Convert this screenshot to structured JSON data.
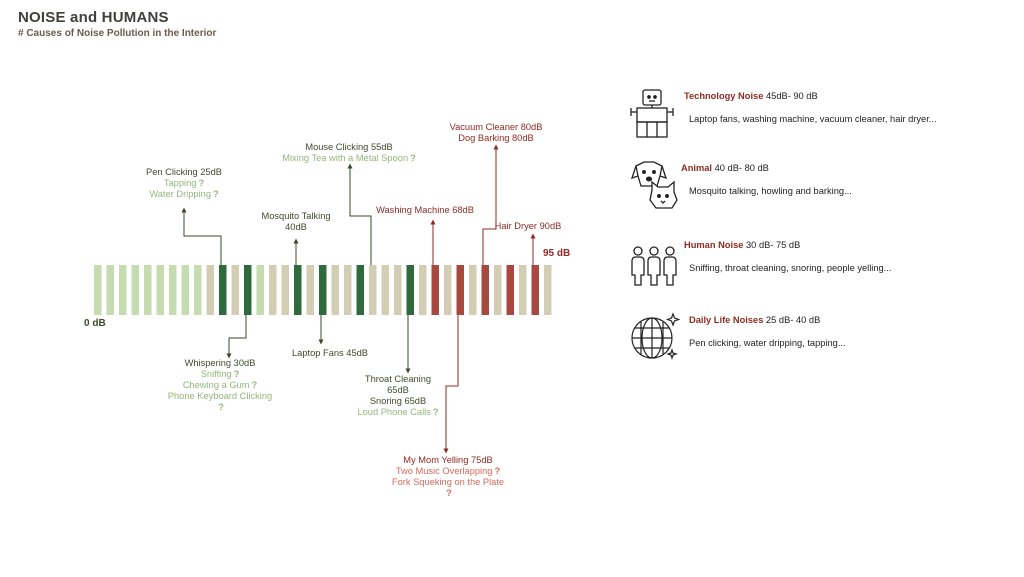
{
  "header": {
    "title": "NOISE and HUMANS",
    "subtitle": "# Causes of Noise Pollution in the Interior"
  },
  "scale": {
    "min_label": "0 dB",
    "max_label": "95 dB"
  },
  "colors": {
    "bar_light_green": "#c5dcb1",
    "bar_beige": "#d3cdb4",
    "bar_dark_green": "#2e6a3c",
    "bar_red": "#a8493f",
    "line_green": "#3a4a2a",
    "line_red": "#8f2b22",
    "text_dark_green": "#3f4b2c",
    "text_light_green": "#93b77a",
    "text_dark_red": "#8f2b22",
    "text_light_red": "#d76a5b"
  },
  "annotations": [
    {
      "name": "pen-clicking",
      "lines": [
        {
          "text": "Pen Clicking 25dB",
          "style": "dark-g"
        },
        {
          "text": "Tapping",
          "style": "light-g",
          "q": "?"
        },
        {
          "text": "Water Dripping",
          "style": "light-g",
          "q": "?"
        }
      ]
    },
    {
      "name": "whispering",
      "lines": [
        {
          "text": "Whispering 30dB",
          "style": "dark-g"
        },
        {
          "text": "Sniffing",
          "style": "light-g",
          "q": "?"
        },
        {
          "text": "Chewing a Gum",
          "style": "light-g",
          "q": "?"
        },
        {
          "text": "Phone Keyboard Clicking",
          "style": "light-g"
        },
        {
          "text": "",
          "style": "light-g",
          "q": "?"
        }
      ]
    },
    {
      "name": "mosquito-talking",
      "lines": [
        {
          "text": "Mosquito Talking",
          "style": "dark-g"
        },
        {
          "text": "40dB",
          "style": "dark-g"
        }
      ]
    },
    {
      "name": "laptop-fans",
      "lines": [
        {
          "text": "Laptop Fans 45dB",
          "style": "dark-g"
        }
      ]
    },
    {
      "name": "mouse-clicking",
      "lines": [
        {
          "text": "Mouse Clicking 55dB",
          "style": "dark-g"
        },
        {
          "text": "Mixing Tea with a Metal Spoon",
          "style": "light-g",
          "q": "?"
        }
      ]
    },
    {
      "name": "throat-cleaning",
      "lines": [
        {
          "text": "Throat Cleaning",
          "style": "dark-g"
        },
        {
          "text": "65dB",
          "style": "dark-g"
        },
        {
          "text": "Snoring 65dB",
          "style": "dark-g"
        },
        {
          "text": "Loud Phone Calls",
          "style": "light-g",
          "q": "?"
        }
      ]
    },
    {
      "name": "washing-machine",
      "lines": [
        {
          "text": "Washing Machine 68dB",
          "style": "dark-r"
        }
      ]
    },
    {
      "name": "my-mom-yelling",
      "lines": [
        {
          "text": "My Mom Yelling 75dB",
          "style": "dark-r"
        },
        {
          "text": "Two Music Overlapping",
          "style": "light-r",
          "q": "?"
        },
        {
          "text": "Fork Squeking on the Plate",
          "style": "light-r"
        },
        {
          "text": "",
          "style": "light-r",
          "q": "?"
        }
      ]
    },
    {
      "name": "vacuum-cleaner",
      "lines": [
        {
          "text": "Vacuum Cleaner 80dB",
          "style": "dark-r"
        },
        {
          "text": "Dog Barking 80dB",
          "style": "dark-r"
        }
      ]
    },
    {
      "name": "hair-dryer",
      "lines": [
        {
          "text": "Hair Dryer 90dB",
          "style": "dark-r"
        }
      ]
    }
  ],
  "categories": [
    {
      "icon": "robot-icon",
      "title": "Technology Noise",
      "range": "45dB- 90 dB",
      "desc": "Laptop fans, washing machine, vacuum cleaner, hair dryer..."
    },
    {
      "icon": "dog-cat-icon",
      "title": "Animal",
      "range": "40 dB- 80 dB",
      "desc": "Mosquito talking, howling and barking..."
    },
    {
      "icon": "people-icon",
      "title": "Human Noise",
      "range": "30 dB- 75 dB",
      "desc": "Sniffing, throat cleaning, snoring, people yelling..."
    },
    {
      "icon": "disco-ball-icon",
      "title": "Daily Life Noises",
      "range": "25 dB- 40 dB",
      "desc": "Pen clicking, water dripping, tapping..."
    }
  ]
}
